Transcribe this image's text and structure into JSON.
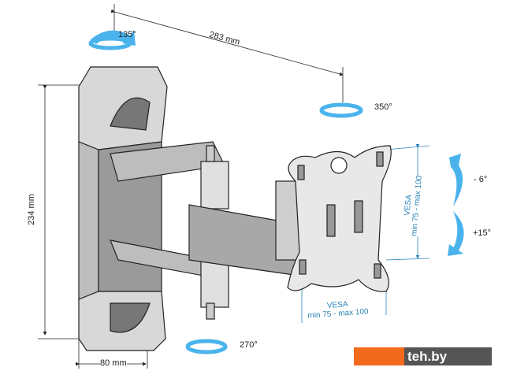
{
  "dimensions": {
    "depth": "283 mm",
    "height": "234 mm",
    "width": "80 mm"
  },
  "rotations": {
    "top_left": "135°",
    "top_right": "350°",
    "bottom": "270°",
    "tilt_up": "- 6°",
    "tilt_down": "+15°"
  },
  "vesa": {
    "title": "VESA",
    "range": "min 75 - max 100"
  },
  "logo": {
    "text": "teh.by"
  },
  "colors": {
    "arrow": "#4ab3ec",
    "dimension": "#2b84b8",
    "logo_orange": "#f26a1b",
    "logo_grey": "#555555"
  }
}
